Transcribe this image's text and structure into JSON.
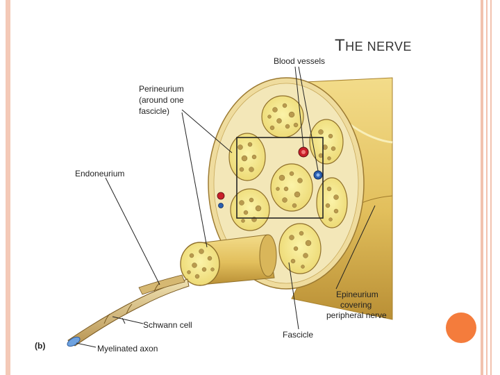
{
  "slide": {
    "title_first": "T",
    "title_rest": "HE NERVE"
  },
  "diagram": {
    "panel_label": "(b)",
    "labels": {
      "blood_vessels": "Blood vessels",
      "perineurium_1": "Perineurium",
      "perineurium_2": "(around one",
      "perineurium_3": "fascicle)",
      "endoneurium": "Endoneurium",
      "epineurium_1": "Epineurium",
      "epineurium_2": "covering",
      "epineurium_3": "peripheral nerve",
      "schwann_cell": "Schwann cell",
      "fascicle": "Fascicle",
      "myelinated_axon": "Myelinated axon"
    }
  },
  "colors": {
    "frame": "#f4c9b7",
    "accent_dot": "#f47c3c",
    "nerve_tan": "#e6c768",
    "fascicle_yellow": "#f5ea8c",
    "blood_red": "#c8202a",
    "blood_blue": "#2a5fb0"
  }
}
